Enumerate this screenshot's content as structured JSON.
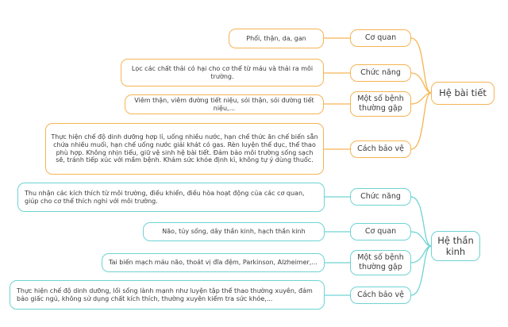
{
  "branches": [
    {
      "root": "Hệ bài tiết",
      "color": "#f6b454",
      "items": [
        {
          "label": "Cơ quan",
          "desc": "Phổi, thận, da, gan"
        },
        {
          "label": "Chức năng",
          "desc": "Lọc các chất thải có hại cho cơ thể từ máu và thải ra môi trường."
        },
        {
          "label": "Một số bệnh thường gặp",
          "desc": "Viêm thận, viêm đường tiết niệu, sỏi thận, sỏi đường tiết niệu,..."
        },
        {
          "label": "Cách bảo vệ",
          "desc": "Thực hiện chế độ dinh dưỡng hợp lí, uống nhiều nước, hạn chế thức ăn chế biến sẵn chứa nhiều muối, hạn chế uống nước giải khát có gas. Rèn luyện thể dục, thể thao phù hợp. Không nhịn tiểu, giữ vệ sinh hệ bài tiết. Đảm bảo môi trường sống sạch sẽ, tránh tiếp xúc với mầm bệnh. Khám sức khỏe định kì, không tự ý dùng thuốc."
        }
      ]
    },
    {
      "root": "Hệ thần kinh",
      "color": "#6fd3d3",
      "items": [
        {
          "label": "Chức năng",
          "desc": "Thu nhận các kích thích từ môi trường, điều khiển, điều hòa hoạt động của các cơ quan, giúp cho cơ thể thích nghi với môi trường."
        },
        {
          "label": "Cơ quan",
          "desc": "Não, tủy sống, dây thần kinh, hạch thần kinh"
        },
        {
          "label": "Một số bệnh thường gặp",
          "desc": "Tai biến mạch máu não, thoát vị đĩa đệm, Parkinson, Alzheimer,..."
        },
        {
          "label": "Cách bảo vệ",
          "desc": "Thực hiện chế độ dinh dưỡng, lối sống lành mạnh như luyện tập thể thao thường xuyên, đảm bảo giấc ngủ, không sử dụng chất kích thích, thường xuyên kiểm tra sức khỏe,..."
        }
      ]
    }
  ]
}
